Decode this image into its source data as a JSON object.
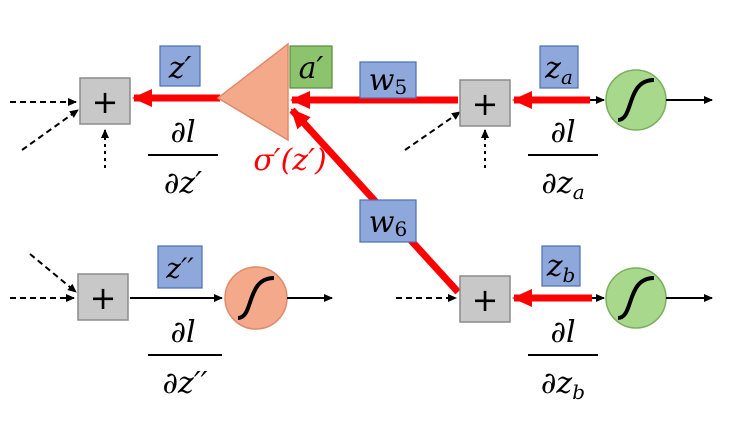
{
  "colors": {
    "adder_fill": "#c8c8c8",
    "adder_stroke": "#8c8c8c",
    "label_fill": "#8fa8dc",
    "label_stroke": "#4a6fb5",
    "act_label_fill": "#8cc46e",
    "act_label_stroke": "#5a8a3c",
    "neuron_green": "#a8d88c",
    "neuron_orange": "#f4a98a",
    "triangle": "#f4a98a",
    "backprop": "#ff0000",
    "wire": "#000000"
  },
  "icons": {
    "adder": "plus-icon",
    "sigmoid_neuron": "sigmoid-icon",
    "activation_triangle": "triangle-icon"
  },
  "labels": {
    "z_prime": "z′",
    "a_prime": "a′",
    "w5": "w5",
    "w6": "w6",
    "z_a": "za",
    "z_b": "zb",
    "z_double_prime": "z′′",
    "sigma_prime": "σ′(z′)"
  },
  "adder_symbol": "+",
  "gradients": {
    "z_prime": {
      "num": "∂l",
      "den": "∂z′"
    },
    "z_a": {
      "num": "∂l",
      "den": "∂za"
    },
    "z_double_prime": {
      "num": "∂l",
      "den": "∂z′′"
    },
    "z_b": {
      "num": "∂l",
      "den": "∂zb"
    }
  }
}
